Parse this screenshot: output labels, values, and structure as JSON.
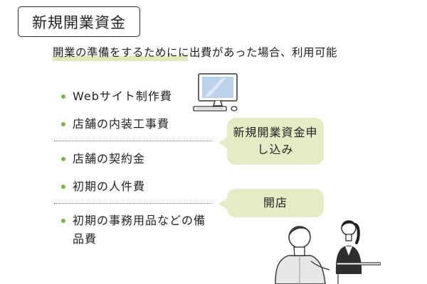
{
  "title": "新規開業資金",
  "subtitle": "開業の準備をするためにに出費があった場合、利用可能",
  "items": [
    "Webサイト制作費",
    "店舗の内装工事費",
    "店舗の契約金",
    "初期の人件費",
    "初期の事務用品などの備品費"
  ],
  "bubbles": {
    "application": "新規開業資金申し込み",
    "opening": "開店"
  },
  "icons": [
    "computer-icon",
    "people-meeting-illustration"
  ],
  "colors": {
    "bullet": "#7fb24a",
    "bubble": "#e3ecc4",
    "highlight": "#d9e6a8"
  }
}
